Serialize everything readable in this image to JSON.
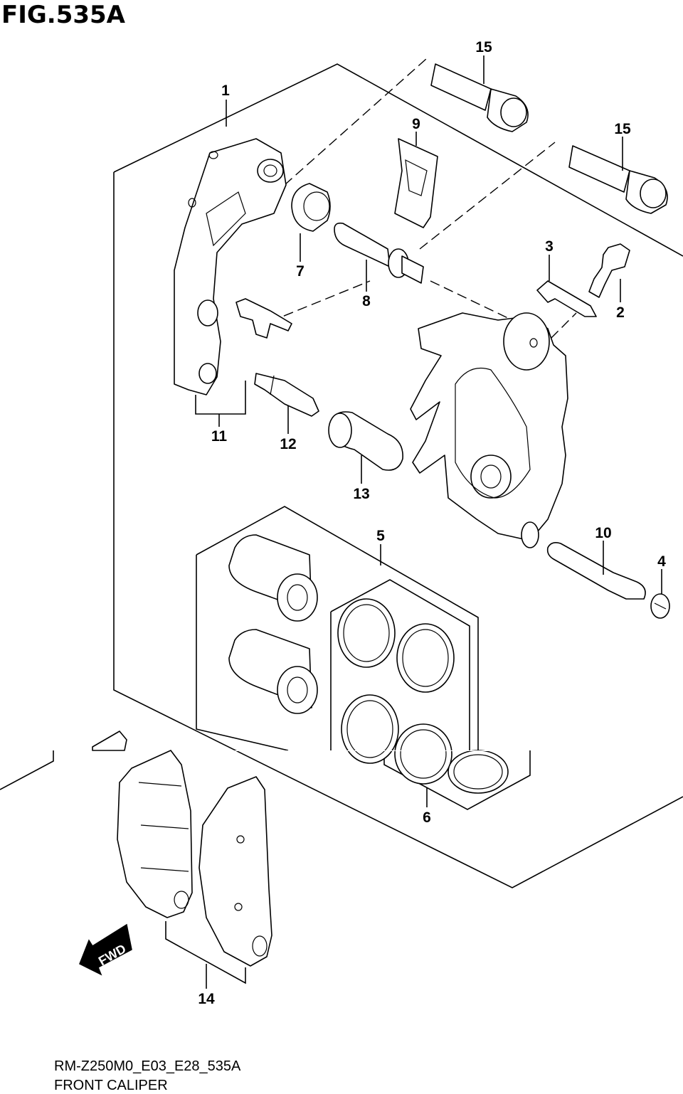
{
  "figure_title": "FIG.535A",
  "footer": {
    "model_code": "RM-Z250M0_E03_E28_535A",
    "section_name": "FRONT CALIPER"
  },
  "direction_label": "FWD",
  "callouts": [
    {
      "id": "1",
      "label": "1"
    },
    {
      "id": "2",
      "label": "2"
    },
    {
      "id": "3",
      "label": "3"
    },
    {
      "id": "4",
      "label": "4"
    },
    {
      "id": "5",
      "label": "5"
    },
    {
      "id": "6",
      "label": "6"
    },
    {
      "id": "7",
      "label": "7"
    },
    {
      "id": "8",
      "label": "8"
    },
    {
      "id": "9",
      "label": "9"
    },
    {
      "id": "10",
      "label": "10"
    },
    {
      "id": "11",
      "label": "11"
    },
    {
      "id": "12",
      "label": "12"
    },
    {
      "id": "13",
      "label": "13"
    },
    {
      "id": "14",
      "label": "14"
    },
    {
      "id": "15a",
      "label": "15"
    },
    {
      "id": "15b",
      "label": "15"
    }
  ]
}
